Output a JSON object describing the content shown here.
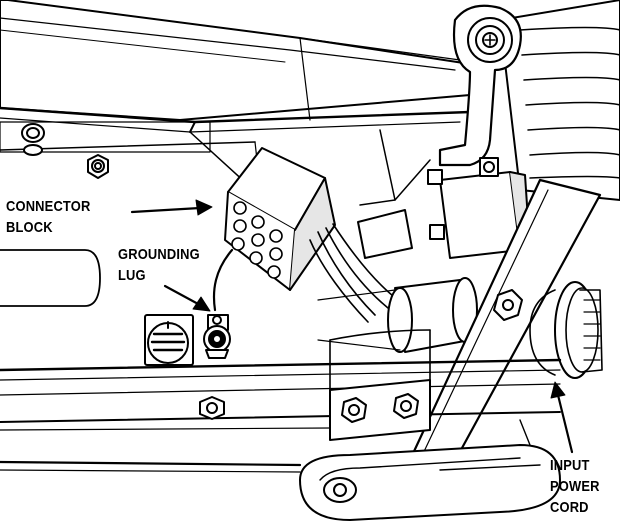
{
  "diagram": {
    "labels": {
      "connector_block": [
        "CONNECTOR",
        "BLOCK"
      ],
      "grounding_lug": [
        "GROUNDING",
        "LUG"
      ],
      "input_power_cord": [
        "INPUT",
        "POWER",
        "CORD"
      ]
    },
    "colors": {
      "ink": "#000000",
      "paper": "#ffffff",
      "shade": "#e6e6e6"
    }
  }
}
